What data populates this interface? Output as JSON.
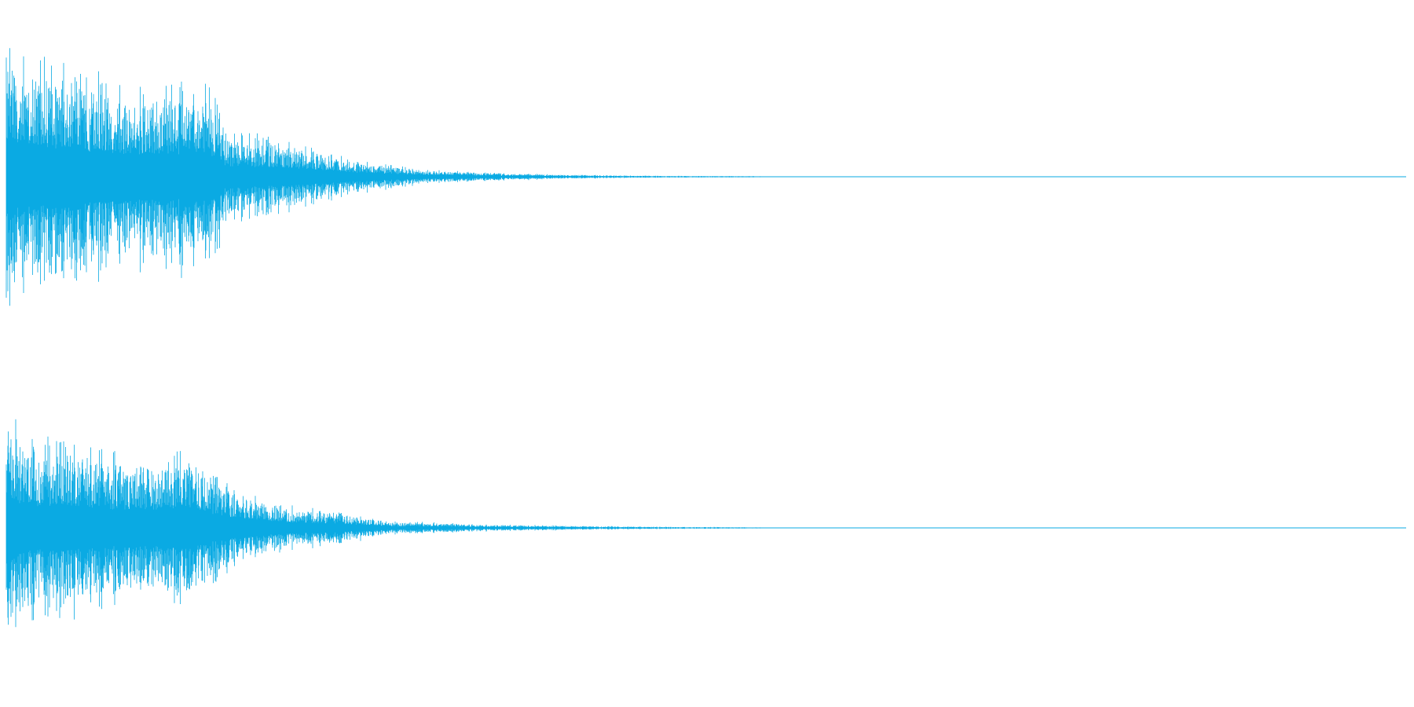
{
  "chart_data": {
    "type": "waveform",
    "title": "",
    "xlabel": "",
    "ylabel": "",
    "grid": false,
    "axes_visible": false,
    "color": "#0aaae3",
    "ylim": [
      -1,
      1
    ],
    "duration_fraction": [
      0,
      1
    ],
    "channels": [
      {
        "channel": 1,
        "peak_amplitude": 0.99,
        "envelope": [
          {
            "t": 0.0,
            "amp": 0.99
          },
          {
            "t": 0.01,
            "amp": 0.95
          },
          {
            "t": 0.05,
            "amp": 0.78
          },
          {
            "t": 0.1,
            "amp": 0.65
          },
          {
            "t": 0.13,
            "amp": 0.7
          },
          {
            "t": 0.15,
            "amp": 0.62
          },
          {
            "t": 0.155,
            "amp": 0.33
          },
          {
            "t": 0.2,
            "amp": 0.26
          },
          {
            "t": 0.25,
            "amp": 0.12
          },
          {
            "t": 0.3,
            "amp": 0.05
          },
          {
            "t": 0.35,
            "amp": 0.03
          },
          {
            "t": 0.4,
            "amp": 0.015
          },
          {
            "t": 0.45,
            "amp": 0.008
          },
          {
            "t": 0.54,
            "amp": 0.004
          },
          {
            "t": 0.545,
            "amp": 0.0
          },
          {
            "t": 1.0,
            "amp": 0.0
          }
        ]
      },
      {
        "channel": 2,
        "peak_amplitude": 0.98,
        "envelope": [
          {
            "t": 0.0,
            "amp": 0.98
          },
          {
            "t": 0.01,
            "amp": 0.72
          },
          {
            "t": 0.05,
            "amp": 0.62
          },
          {
            "t": 0.1,
            "amp": 0.52
          },
          {
            "t": 0.13,
            "amp": 0.6
          },
          {
            "t": 0.15,
            "amp": 0.4
          },
          {
            "t": 0.17,
            "amp": 0.25
          },
          {
            "t": 0.2,
            "amp": 0.17
          },
          {
            "t": 0.25,
            "amp": 0.1
          },
          {
            "t": 0.27,
            "amp": 0.05
          },
          {
            "t": 0.35,
            "amp": 0.025
          },
          {
            "t": 0.45,
            "amp": 0.01
          },
          {
            "t": 0.54,
            "amp": 0.004
          },
          {
            "t": 0.545,
            "amp": 0.0
          },
          {
            "t": 1.0,
            "amp": 0.0
          }
        ]
      }
    ]
  }
}
